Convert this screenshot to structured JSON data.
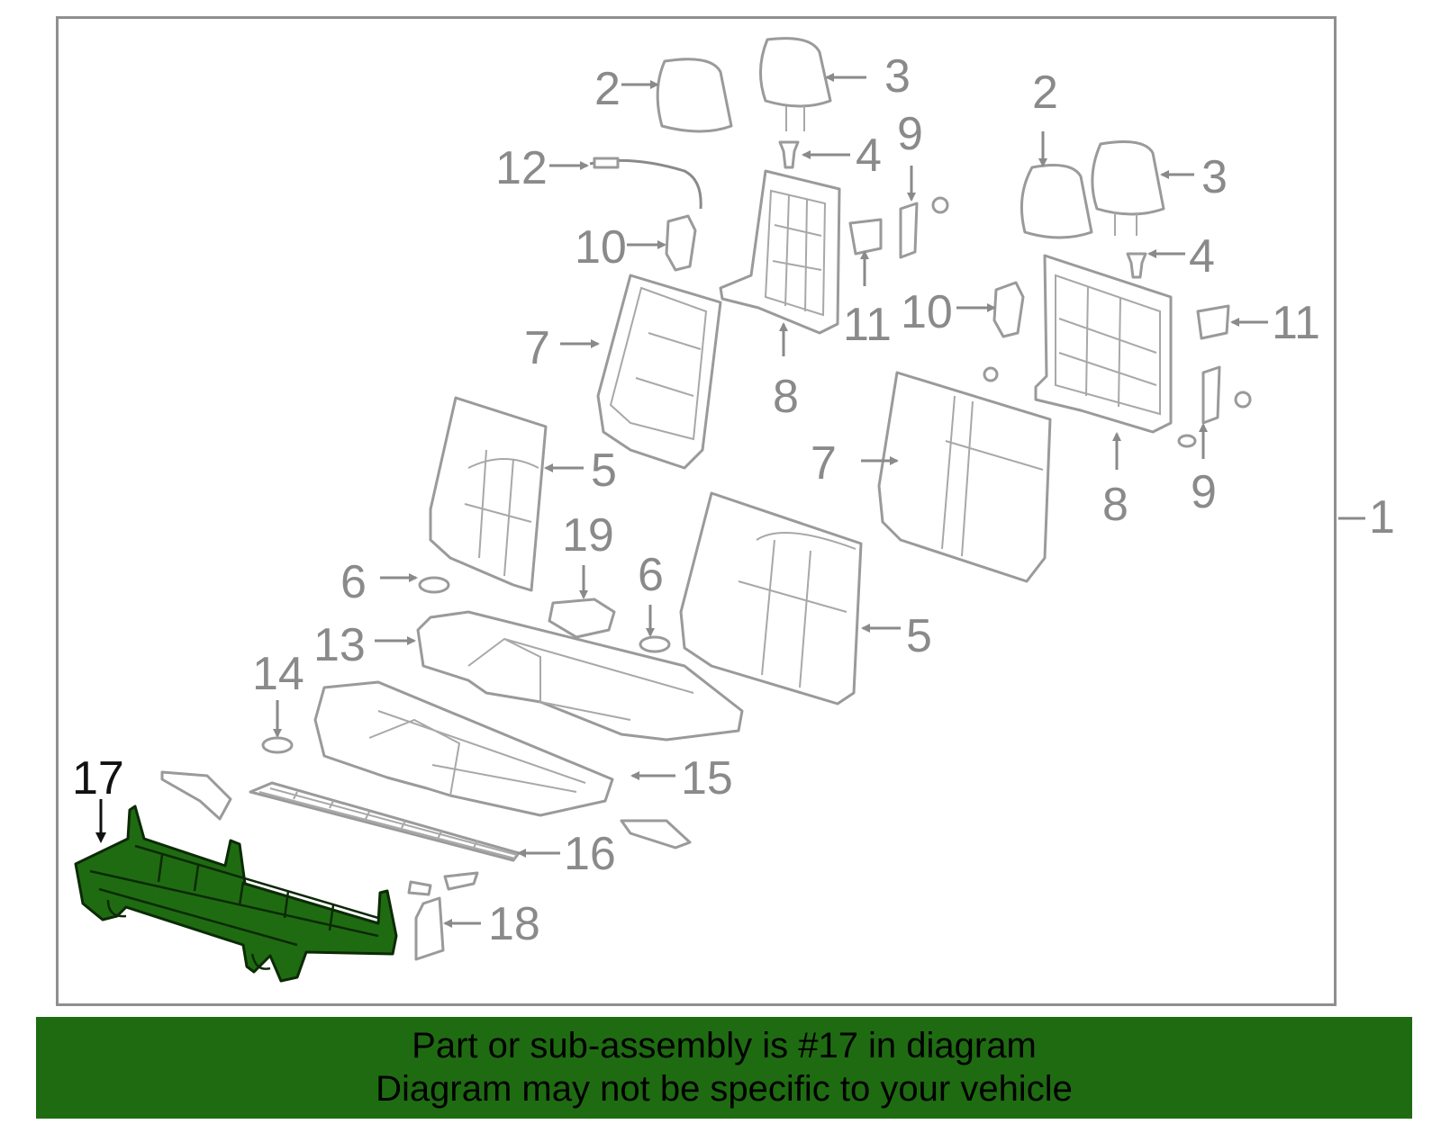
{
  "callouts": {
    "c1": "1",
    "c2a": "2",
    "c2b": "2",
    "c3a": "3",
    "c3b": "3",
    "c4a": "4",
    "c4b": "4",
    "c5a": "5",
    "c5b": "5",
    "c6a": "6",
    "c6b": "6",
    "c7a": "7",
    "c7b": "7",
    "c8a": "8",
    "c8b": "8",
    "c9a": "9",
    "c9b": "9",
    "c10a": "10",
    "c10b": "10",
    "c11a": "11",
    "c11b": "11",
    "c12": "12",
    "c13": "13",
    "c14": "14",
    "c15": "15",
    "c16": "16",
    "c17": "17",
    "c18": "18",
    "c19": "19"
  },
  "highlight_color": "#1f6b12",
  "banner": {
    "line1": "Part or sub-assembly is #17 in diagram",
    "line2": "Diagram may not be specific to your vehicle"
  }
}
